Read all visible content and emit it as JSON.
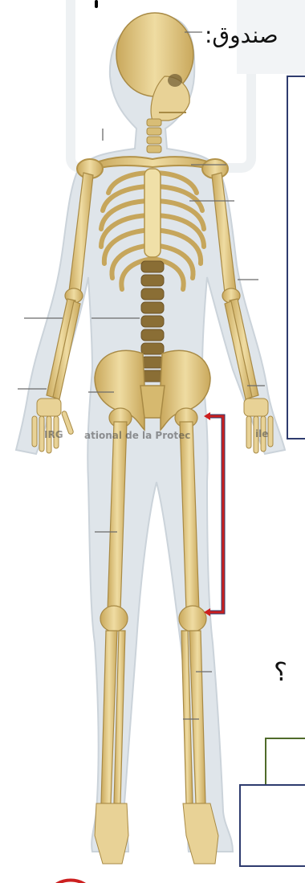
{
  "header": {
    "instruction": "صندوق:"
  },
  "question": {
    "mark": "؟"
  },
  "watermarks": {
    "left": "IRG",
    "middle": "ational de la Protec",
    "right": "ile"
  },
  "colors": {
    "bone": "#e3cc8a",
    "bone_shade": "#c7a659",
    "body_outline": "#d6dde3",
    "bracket_red": "#cc1f1f",
    "bracket_navy": "#2e3b6e",
    "box_navy": "#2e3b6e",
    "box_green": "#4f6b2a"
  },
  "icons": {
    "skeleton": "human-skeleton-illustration"
  }
}
